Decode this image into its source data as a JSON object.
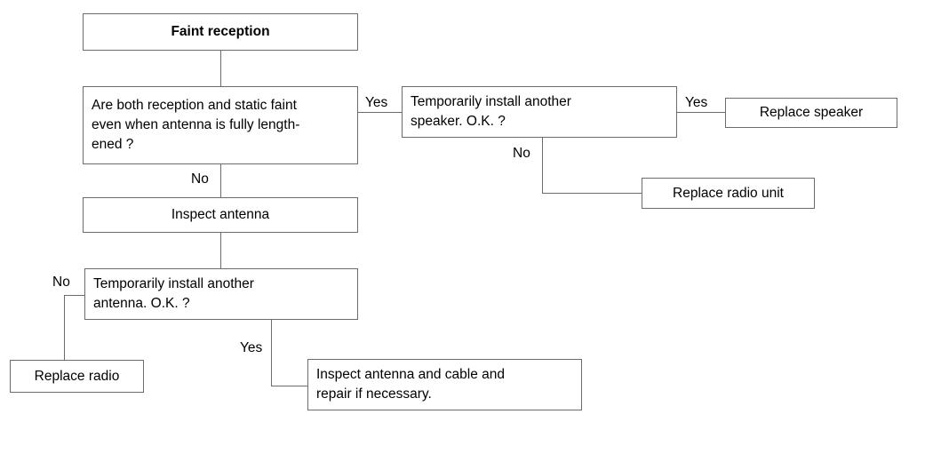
{
  "diagram": {
    "title": "Faint reception troubleshooting flowchart",
    "line_color": "#6b6b6b",
    "text_color": "#000000",
    "background": "#ffffff",
    "nodes": {
      "start": {
        "label": "Faint reception"
      },
      "question_reception_static": {
        "label": "Are both reception and static faint\neven when antenna is fully length-\nened ?"
      },
      "question_speaker": {
        "label": "Temporarily install another\nspeaker. O.K. ?"
      },
      "replace_speaker": {
        "label": "Replace speaker"
      },
      "replace_radio_unit": {
        "label": "Replace radio unit"
      },
      "inspect_antenna": {
        "label": "Inspect antenna"
      },
      "question_antenna": {
        "label": "Temporarily install another\nantenna. O.K. ?"
      },
      "replace_radio": {
        "label": "Replace radio"
      },
      "inspect_antenna_cable": {
        "label": "Inspect antenna and cable and\nrepair if necessary."
      }
    },
    "edge_labels": {
      "question_to_speaker_yes": "Yes",
      "speaker_to_replace_speaker_yes": "Yes",
      "speaker_to_radio_unit_no": "No",
      "question_to_inspect_no": "No",
      "antenna_to_replace_radio_no": "No",
      "antenna_to_inspect_cable_yes": "Yes"
    }
  }
}
